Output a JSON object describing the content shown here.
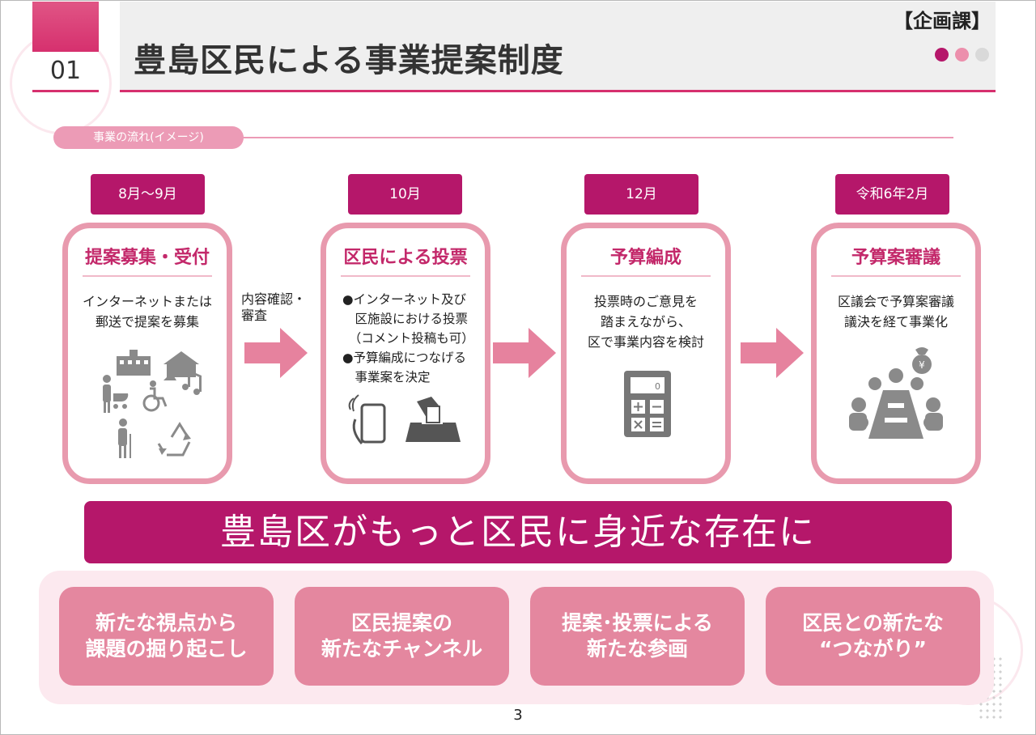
{
  "header": {
    "section_number": "01",
    "title": "豊島区民による事業提案制度",
    "department": "【企画課】",
    "dot_colors": [
      "#b5176a",
      "#ec8fac",
      "#d9d9d9"
    ]
  },
  "flow": {
    "label": "事業の流れ(イメージ)",
    "between_label": "内容確認・\n審査",
    "steps": [
      {
        "date": "8月～9月",
        "title": "提案募集・受付",
        "text": "インターネットまたは\n郵送で提案を募集",
        "icons": [
          "school-icon",
          "house-icon",
          "parent-stroller-icon",
          "wheelchair-icon",
          "music-icon",
          "elderly-icon",
          "recycle-icon"
        ]
      },
      {
        "date": "10月",
        "title": "区民による投票",
        "text": "●インターネット及び\n　区施設における投票\n　（コメント投稿も可）\n●予算編成につなげる\n　事業案を決定",
        "icons": [
          "smartphone-icon",
          "ballot-box-icon"
        ]
      },
      {
        "date": "12月",
        "title": "予算編成",
        "text": "投票時のご意見を\n踏まえながら、\n区で事業内容を検討",
        "icons": [
          "calculator-icon"
        ]
      },
      {
        "date": "令和6年2月",
        "title": "予算案審議",
        "text": "区議会で予算案審議\n議決を経て事業化",
        "icons": [
          "money-bag-icon",
          "meeting-icon"
        ]
      }
    ]
  },
  "slogan": "豊島区がもっと区民に身近な存在に",
  "goals": [
    "新たな視点から\n課題の掘り起こし",
    "区民提案の\n新たなチャンネル",
    "提案･投票による\n新たな参画",
    "区民との新たな\n“つながり”"
  ],
  "page_number": "3",
  "colors": {
    "accent": "#b5176a",
    "accent_light": "#e89aae",
    "header_pink": "#d6306e",
    "goal_pink": "#e4879f",
    "panel_pink": "#fce9ef",
    "icon_gray": "#8a8a8a"
  }
}
